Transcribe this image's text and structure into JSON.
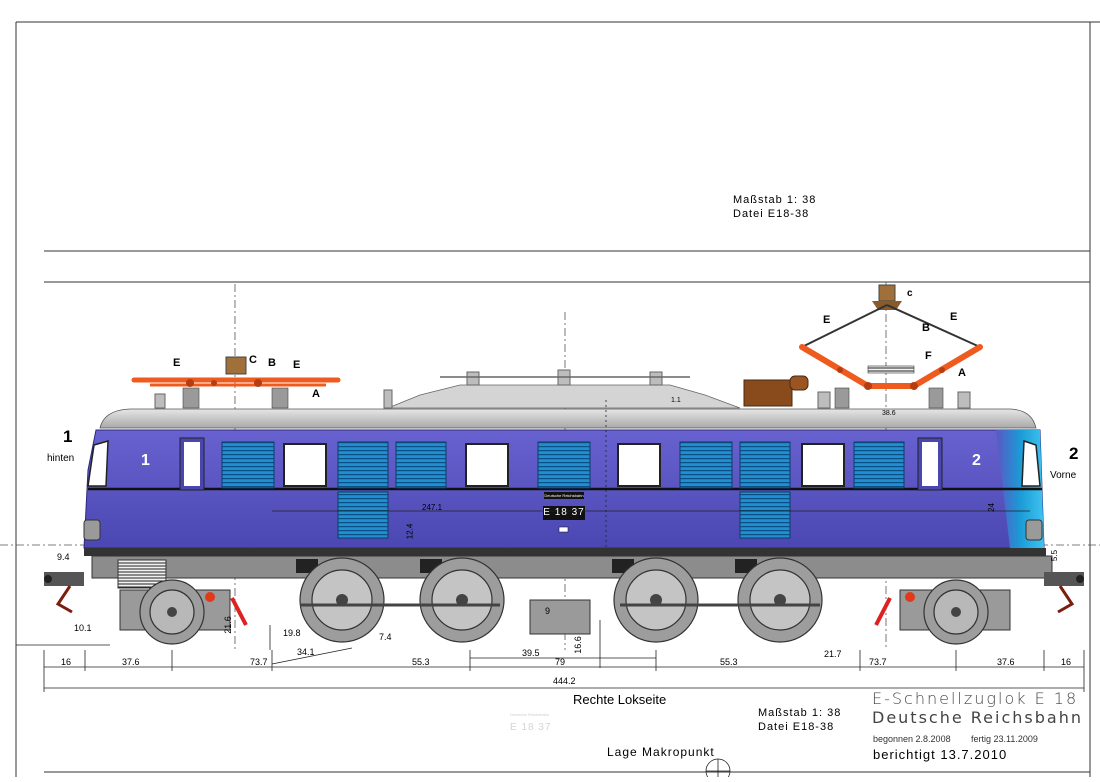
{
  "scale_label": "Maßstab 1: 38",
  "file_label": "Datei E18-38",
  "end_marks": {
    "rear_number": "1",
    "rear_label": "hinten",
    "front_number": "2",
    "front_label": "Vorne"
  },
  "cab_numbers": {
    "left": "1",
    "right": "2"
  },
  "pantograph_labels": {
    "left": [
      "E",
      "C",
      "B",
      "E",
      "A"
    ],
    "right": [
      "c",
      "E",
      "E",
      "B",
      "F",
      "A"
    ]
  },
  "loco": {
    "road_number": "E 18 37",
    "builder_plate": "Deutsche Reichsbahn",
    "body_color": "#5b57c4",
    "roof_color": "#c8c8c8",
    "pantograph_color": "#ef5a1e",
    "louver_color": "#1b9ad6"
  },
  "dimensions": {
    "top_labels": [
      "1.1",
      "38.6",
      "247.1",
      "12.4",
      "24",
      "5.5",
      "9.4",
      "21.6",
      "10.1",
      "19.8",
      "7.4",
      "34.1",
      "16.6",
      "21.7",
      "9"
    ],
    "bottom_segments": [
      "16",
      "37.6",
      "73.7",
      "55.3",
      "39.5",
      "79",
      "55.3",
      "73.7",
      "37.6",
      "16"
    ],
    "total_length": "444.2"
  },
  "caption": "Rechte Lokseite",
  "faint_stamp": {
    "line1": "Deutsche Reichsbahn",
    "line2": "E 18 37"
  },
  "makropunkt_label": "Lage Makropunkt",
  "title_block": {
    "title": "E-Schnellzuglok E 18",
    "railway": "Deutsche Reichsbahn",
    "begun": "begonnen 2.8.2008",
    "finished": "fertig 23.11.2009",
    "corrected": "berichtigt 13.7.2010",
    "scale": "Maßstab 1: 38",
    "file": "Datei E18-38"
  }
}
